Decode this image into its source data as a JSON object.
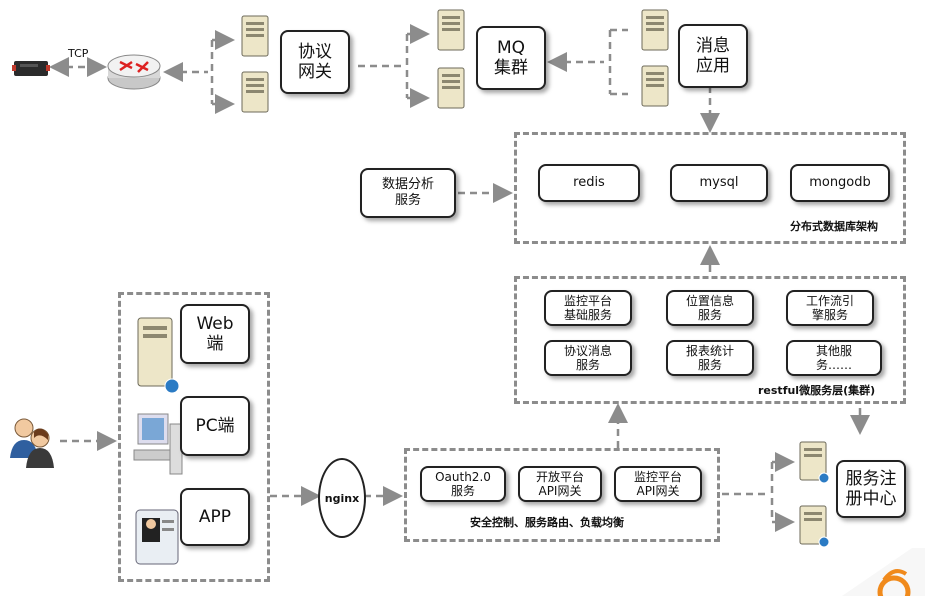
{
  "protocol_link": "TCP",
  "gateway": "协议\n网关",
  "mq": "MQ\n集群",
  "msg_app": "消息\n应用",
  "analysis": "数据分析\n服务",
  "db_group": {
    "items": [
      "redis",
      "mysql",
      "mongodb"
    ],
    "caption": "分布式数据库架构"
  },
  "services": {
    "items": [
      "监控平台\n基础服务",
      "位置信息\n服务",
      "工作流引\n擎服务",
      "协议消息\n服务",
      "报表统计\n服务",
      "其他服\n务……"
    ],
    "caption": "restful微服务层(集群)"
  },
  "clients": {
    "items": [
      "Web\n端",
      "PC端",
      "APP"
    ]
  },
  "nginx": "nginx",
  "gateway_layer": {
    "items": [
      "Oauth2.0\n服务",
      "开放平台\nAPI网关",
      "监控平台\nAPI网关"
    ],
    "caption": "安全控制、服务路由、负载均衡"
  },
  "registry": "服务注\n册中心",
  "icons": [
    "device-icon",
    "router-icon",
    "server-icon",
    "users-icon",
    "pc-icon",
    "id-card-icon",
    "logo-icon"
  ]
}
